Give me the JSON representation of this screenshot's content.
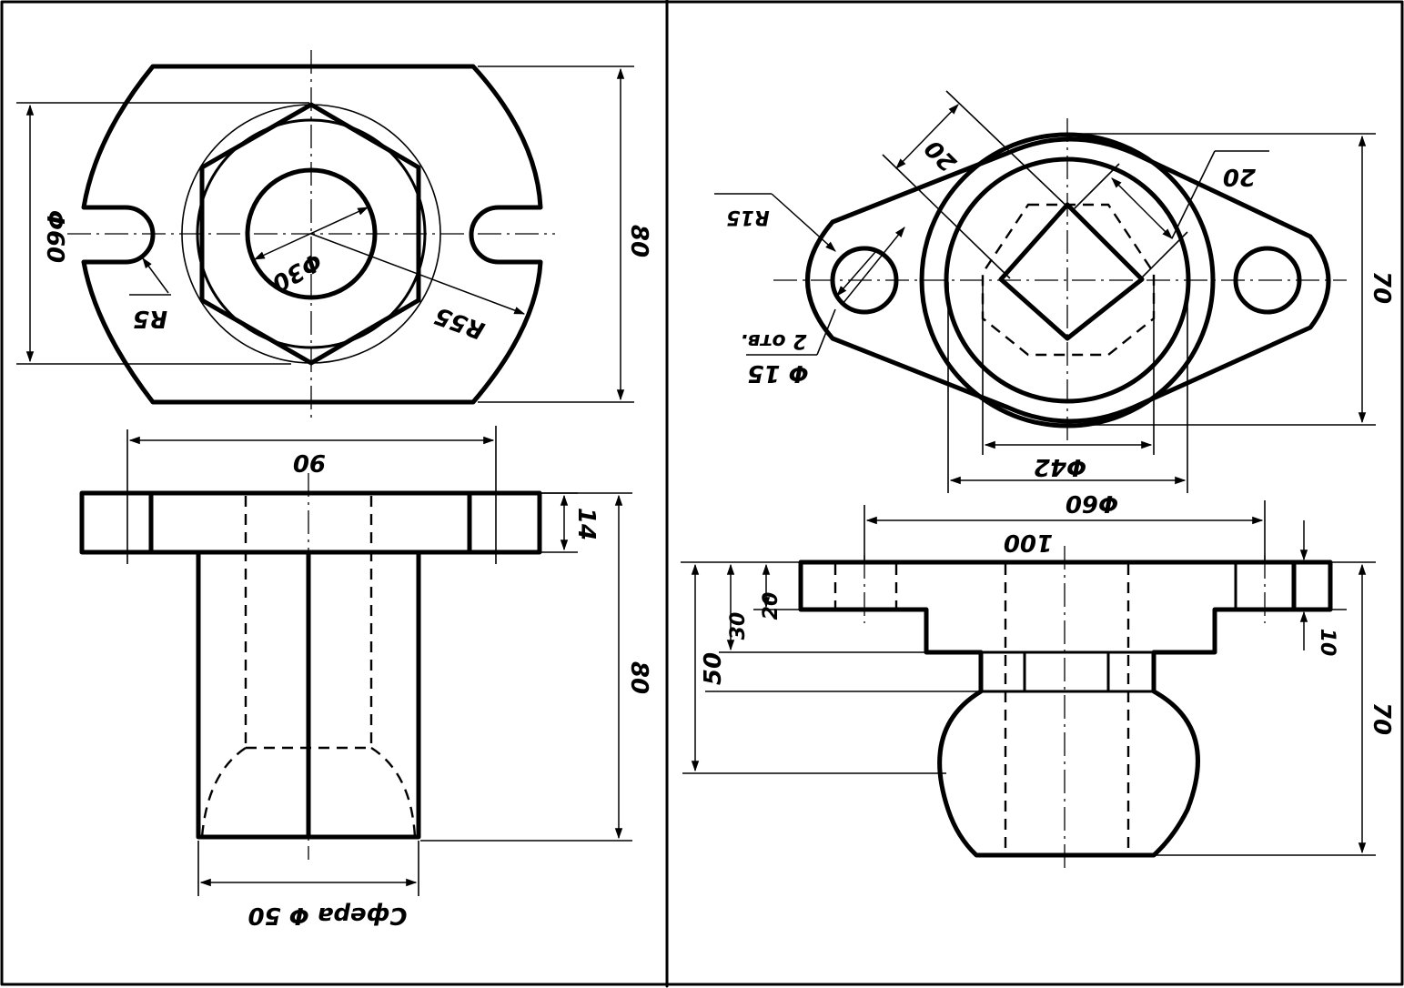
{
  "left_view": {
    "top": {
      "d_hole": "Φ30",
      "r_circle": "R55",
      "d_flat": "Φ60",
      "r_slot": "R5",
      "height": "80"
    },
    "front": {
      "width": "90",
      "flange": "14",
      "height": "80",
      "sphere": "Сфера Φ 50"
    }
  },
  "right_view": {
    "top": {
      "square_a": "20",
      "square_b": "20",
      "r_ear": "R15",
      "holes": "2 отв.",
      "d_hole": "Φ 15",
      "d_inner": "Φ42",
      "d_outer": "Φ60",
      "height": "70"
    },
    "front": {
      "width": "100",
      "step_20": "20",
      "step_30": "30",
      "step_50": "50",
      "flange": "10",
      "height": "70"
    }
  }
}
